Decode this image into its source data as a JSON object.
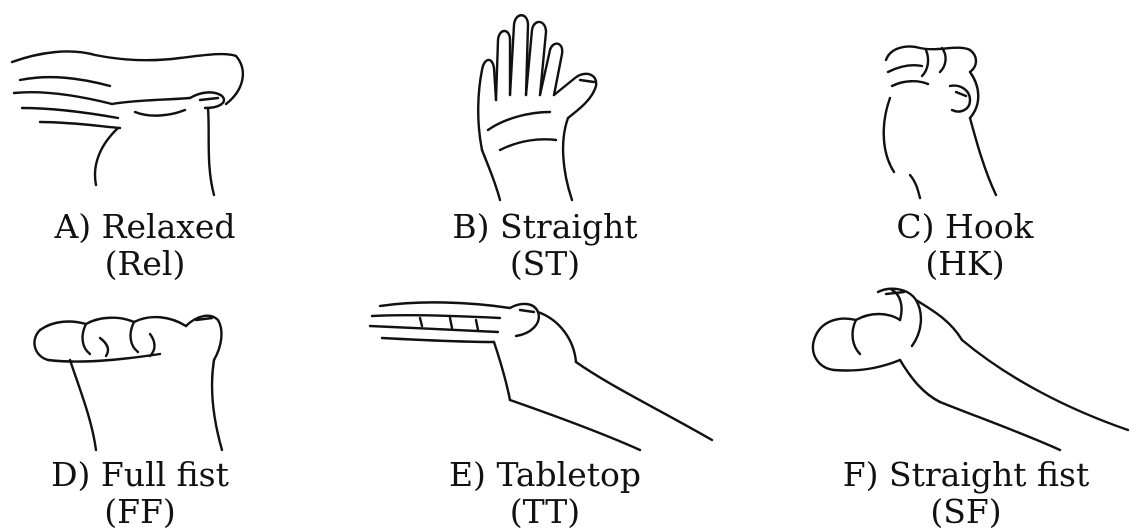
{
  "panels": [
    {
      "letter": "A)",
      "name": "Relaxed",
      "abbr": "(Rel)",
      "icon": "relaxed-hand-drawing"
    },
    {
      "letter": "B)",
      "name": "Straight",
      "abbr": "(ST)",
      "icon": "straight-hand-drawing"
    },
    {
      "letter": "C)",
      "name": "Hook",
      "abbr": "(HK)",
      "icon": "hook-hand-drawing"
    },
    {
      "letter": "D)",
      "name": "Full fist",
      "abbr": "(FF)",
      "icon": "full-fist-hand-drawing"
    },
    {
      "letter": "E)",
      "name": "Tabletop",
      "abbr": "(TT)",
      "icon": "tabletop-hand-drawing"
    },
    {
      "letter": "F)",
      "name": "Straight fist",
      "abbr": "(SF)",
      "icon": "straight-fist-hand-drawing"
    }
  ],
  "colors": {
    "line": "#111111",
    "background": "#ffffff"
  }
}
